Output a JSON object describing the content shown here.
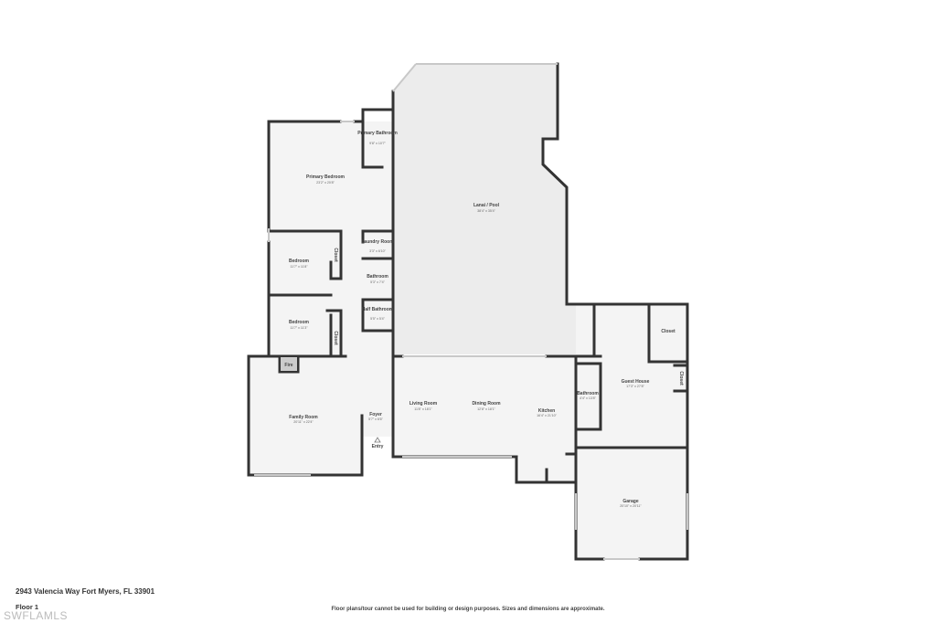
{
  "address": "2943 Valencia Way Fort Myers, FL 33901",
  "floor": "Floor 1",
  "disclaimer": "Floor plans/tour cannot be used for building or design purposes. Sizes and dimensions are approximate.",
  "watermark": "SWFLAMLS",
  "rooms": [
    {
      "name": "Primary Bathroom",
      "dim": "9'8\" x 10'7\""
    },
    {
      "name": "Primary Bedroom",
      "dim": "23'2\" x 20'8\""
    },
    {
      "name": "Lanai / Pool",
      "dim": "38'4\" x 35'4\""
    },
    {
      "name": "Laundry Room",
      "dim": "3'3\" x 6'10\""
    },
    {
      "name": "Bathroom",
      "dim": "5'3\" x 7'4\""
    },
    {
      "name": "Half Bathroom",
      "dim": "5'5\" x 5'4\""
    },
    {
      "name": "Bedroom",
      "dim": "11'7\" x 11'8\""
    },
    {
      "name": "Bedroom",
      "dim": "11'7\" x 11'3\""
    },
    {
      "name": "Family Room",
      "dim": "20'11\" x 22'4\""
    },
    {
      "name": "Foyer",
      "dim": "5'7\" x 6'6\""
    },
    {
      "name": "Living Room",
      "dim": "11'8\" x 18'1\""
    },
    {
      "name": "Dining Room",
      "dim": "12'8\" x 18'1\""
    },
    {
      "name": "Kitchen",
      "dim": "16'4\" x 21'10\""
    },
    {
      "name": "Bathroom",
      "dim": "4'4\" x 13'8\""
    },
    {
      "name": "Guest House",
      "dim": "17'3\" x 27'8\""
    },
    {
      "name": "Garage",
      "dim": "20'10\" x 20'11\""
    }
  ],
  "labels": {
    "closet": "Closet",
    "fire": "Fire",
    "entry": "Entry"
  }
}
